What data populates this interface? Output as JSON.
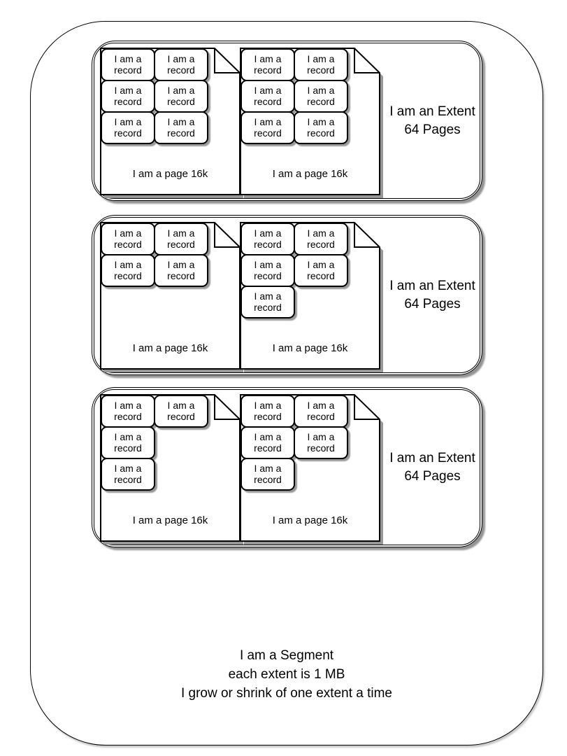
{
  "diagram": {
    "record_label": "I am a record",
    "segment": {
      "caption_lines": [
        "I am a Segment",
        "each extent is 1 MB",
        "I grow or shrink of one extent a time"
      ]
    },
    "extents": [
      {
        "label_lines": [
          "I am an Extent",
          "64 Pages"
        ],
        "pages": [
          {
            "label": "I am a page 16k",
            "record_rows": [
              2,
              2,
              2
            ]
          },
          {
            "label": "I am a page 16k",
            "record_rows": [
              2,
              2,
              2
            ]
          }
        ]
      },
      {
        "label_lines": [
          "I am an Extent",
          "64 Pages"
        ],
        "pages": [
          {
            "label": "I am a page 16k",
            "record_rows": [
              2,
              2
            ]
          },
          {
            "label": "I am a page 16k",
            "record_rows": [
              2,
              2,
              1
            ]
          }
        ]
      },
      {
        "label_lines": [
          "I am an Extent",
          "64 Pages"
        ],
        "pages": [
          {
            "label": "I am a page 16k",
            "record_rows": [
              2,
              1,
              1
            ]
          },
          {
            "label": "I am a page 16k",
            "record_rows": [
              2,
              2,
              1
            ]
          }
        ]
      }
    ],
    "colors": {
      "stroke": "#000000",
      "fill": "#ffffff",
      "shadow": "#999999"
    }
  }
}
